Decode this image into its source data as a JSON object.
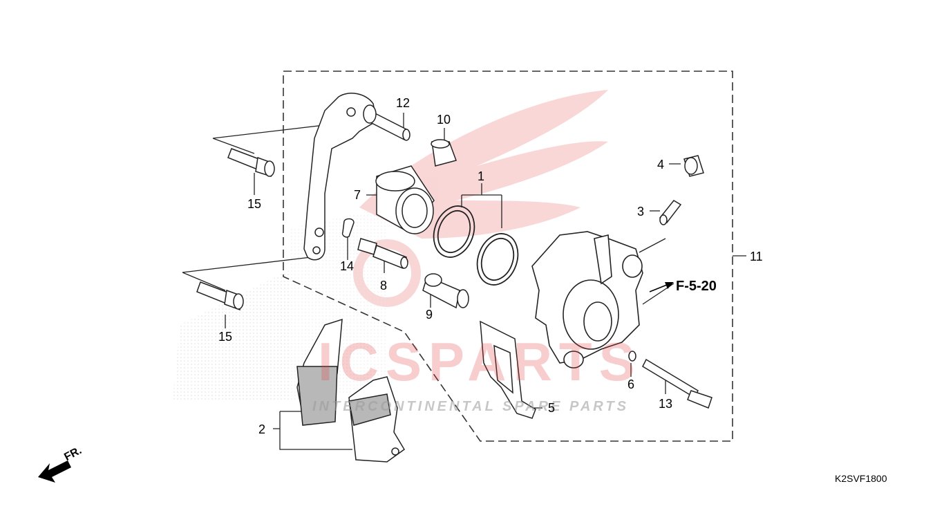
{
  "watermark": {
    "brand": "ICSPARTS",
    "tagline": "INTERCONTINENTAL SPARE PARTS",
    "colors": {
      "red": "#e23b3b",
      "gray": "#9a9a9a"
    }
  },
  "callouts": [
    {
      "id": "1",
      "text": "1"
    },
    {
      "id": "2",
      "text": "2"
    },
    {
      "id": "3",
      "text": "3"
    },
    {
      "id": "4",
      "text": "4"
    },
    {
      "id": "5",
      "text": "5"
    },
    {
      "id": "6",
      "text": "6"
    },
    {
      "id": "7",
      "text": "7"
    },
    {
      "id": "8",
      "text": "8"
    },
    {
      "id": "9",
      "text": "9"
    },
    {
      "id": "10",
      "text": "10"
    },
    {
      "id": "11",
      "text": "11"
    },
    {
      "id": "12",
      "text": "12"
    },
    {
      "id": "13",
      "text": "13"
    },
    {
      "id": "14",
      "text": "14"
    },
    {
      "id": "15a",
      "text": "15"
    },
    {
      "id": "15b",
      "text": "15"
    }
  ],
  "reference": "F-5-20",
  "direction_label": "FR.",
  "diagram_code": "K2SVF1800"
}
